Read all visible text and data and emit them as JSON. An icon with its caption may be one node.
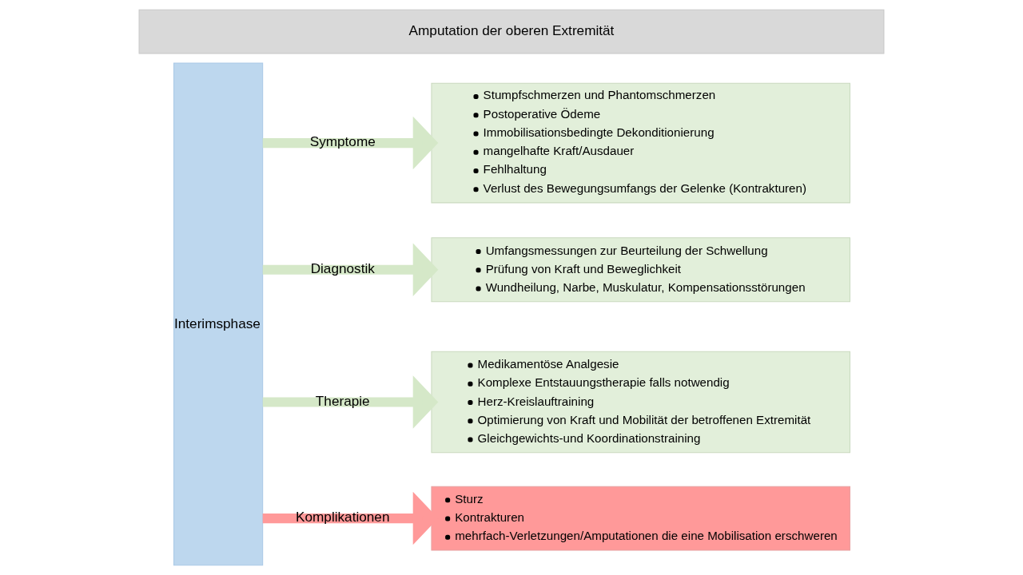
{
  "diagram": {
    "nodes": [
      {
        "text": [
          "Amputation der oberen Extremität"
        ]
      },
      {
        "text": [
          "Interimsphase"
        ]
      },
      {
        "text": [
          "Stumpfschmerzen und Phantomschmerzen",
          "Postoperative Ödeme",
          "Immobilisationsbedingte Dekonditionierung",
          "mangelhafte Kraft/Ausdauer",
          "Fehlhaltung",
          "Verlust des Bewegungsumfangs der Gelenke (Kontrakturen)"
        ]
      },
      {
        "text": [
          "Umfangsmessungen zur Beurteilung der Schwellung",
          "Prüfung von Kraft und Beweglichkeit",
          "Wundheilung, Narbe, Muskulatur, Kompensationsstörungen"
        ]
      },
      {
        "text": [
          "Medikamentöse Analgesie",
          "Komplexe Entstauungstherapie falls notwendig",
          "Herz-Kreislauftraining",
          "Optimierung von Kraft und Mobilität der betroffenen Extremität",
          "Gleichgewichts-und Koordinationstraining"
        ]
      },
      {
        "text": [
          "Sturz",
          "Kontrakturen",
          "mehrfach-Verletzungen/Amputationen die eine Mobilisation erschweren"
        ]
      }
    ],
    "edges": [
      {
        "from": 1,
        "to": 2,
        "arrow": "to",
        "label": "Symptome"
      },
      {
        "from": 1,
        "to": 3,
        "arrow": "to",
        "label": "Diagnostik"
      },
      {
        "from": 1,
        "to": 4,
        "arrow": "to",
        "label": "Therapie"
      },
      {
        "from": 1,
        "to": 5,
        "arrow": "to",
        "label": "Komplikationen",
        "color": "#ff9999"
      }
    ]
  }
}
